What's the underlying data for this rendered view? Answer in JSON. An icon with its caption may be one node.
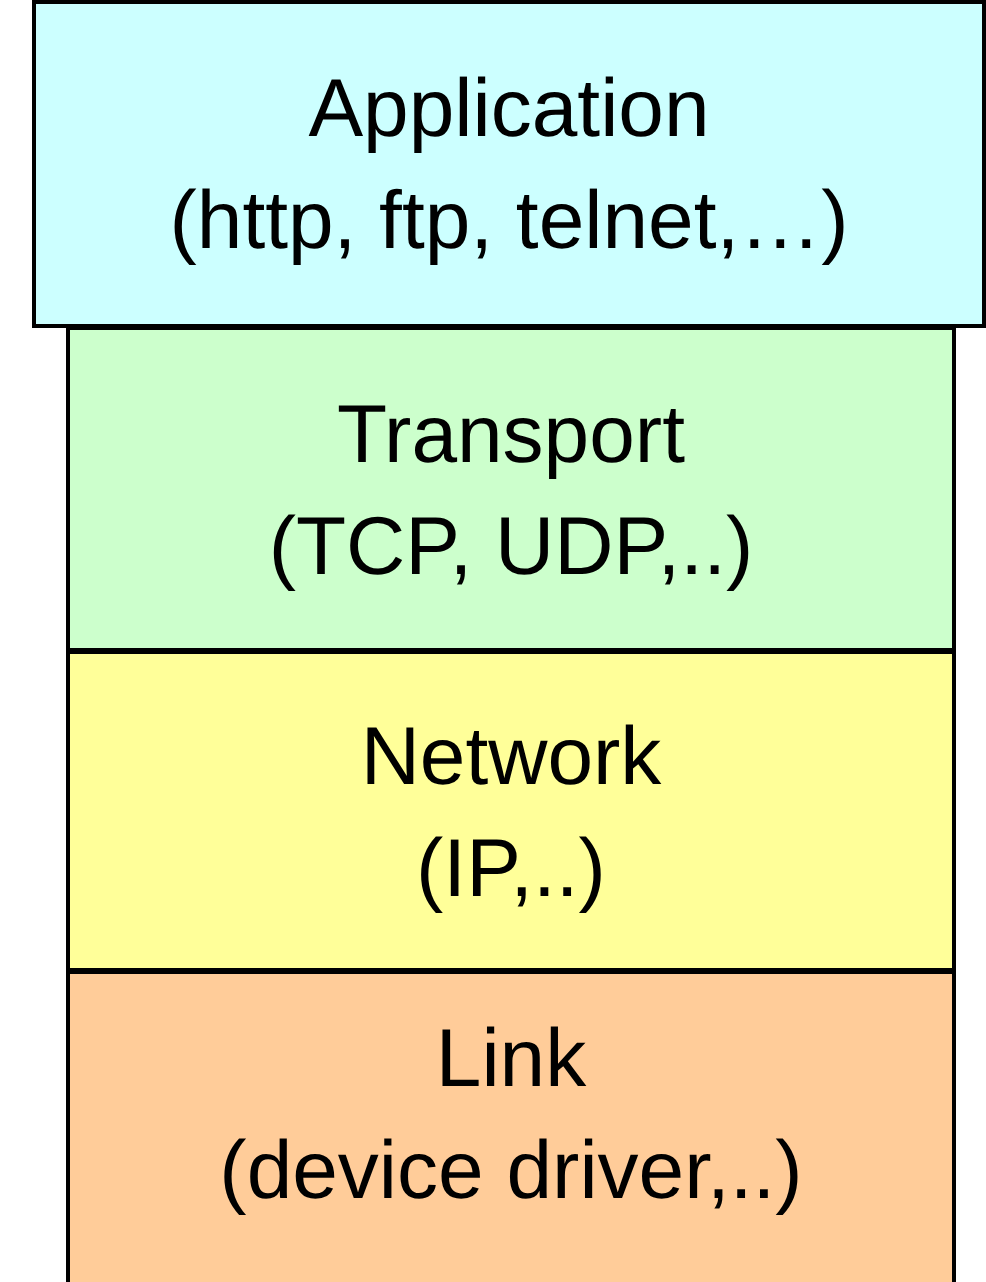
{
  "diagram": {
    "nodes": [
      {
        "text": [
          "Application",
          "(http, ftp, telnet,…)"
        ]
      },
      {
        "text": [
          "Transport",
          "(TCP, UDP,..)"
        ]
      },
      {
        "text": [
          "Network",
          "(IP,..)"
        ]
      },
      {
        "text": [
          "Link",
          "(device driver,..)"
        ]
      }
    ]
  }
}
